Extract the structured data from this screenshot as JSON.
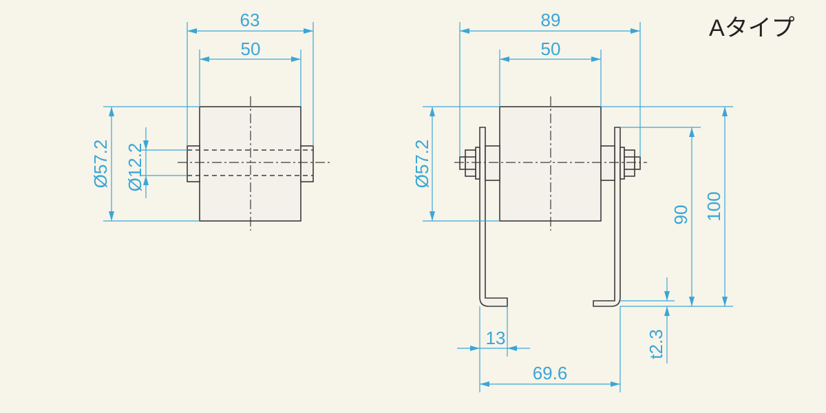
{
  "title": "Aタイプ",
  "colors": {
    "background": "#f7f4ea",
    "dimension": "#3aa6d6",
    "outline": "#3a3a3a"
  },
  "left_view": {
    "dims": {
      "overall_width": "63",
      "roller_width": "50",
      "roller_diameter": "Ø57.2",
      "shaft_diameter": "Ø12.2"
    }
  },
  "right_view": {
    "dims": {
      "overall_width": "89",
      "roller_width": "50",
      "roller_diameter": "Ø57.2",
      "height_90": "90",
      "height_100": "100",
      "foot": "13",
      "base_width": "69.6",
      "thickness": "t2.3"
    }
  }
}
